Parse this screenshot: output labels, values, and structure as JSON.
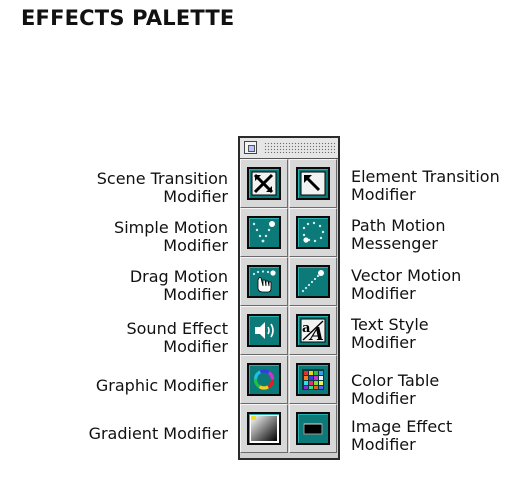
{
  "title": "EFFECTS PALETTE",
  "rows": [
    {
      "left": {
        "lines": [
          "Scene Transition",
          "Modifier"
        ],
        "icon": "scene-transition-icon"
      },
      "right": {
        "lines": [
          "Element Transition",
          "Modifier"
        ],
        "icon": "element-transition-icon"
      }
    },
    {
      "left": {
        "lines": [
          "Simple Motion",
          "Modifier"
        ],
        "icon": "simple-motion-icon"
      },
      "right": {
        "lines": [
          "Path Motion",
          "Messenger"
        ],
        "icon": "path-motion-icon"
      }
    },
    {
      "left": {
        "lines": [
          "Drag Motion",
          "Modifier"
        ],
        "icon": "drag-motion-icon"
      },
      "right": {
        "lines": [
          "Vector Motion",
          "Modifier"
        ],
        "icon": "vector-motion-icon"
      }
    },
    {
      "left": {
        "lines": [
          "Sound Effect",
          "Modifier"
        ],
        "icon": "sound-effect-icon"
      },
      "right": {
        "lines": [
          "Text Style",
          "Modifier"
        ],
        "icon": "text-style-icon"
      }
    },
    {
      "left": {
        "lines": [
          "Graphic Modifier"
        ],
        "icon": "graphic-modifier-icon"
      },
      "right": {
        "lines": [
          "Color Table",
          "Modifier"
        ],
        "icon": "color-table-icon"
      }
    },
    {
      "left": {
        "lines": [
          "Gradient Modifier"
        ],
        "icon": "gradient-modifier-icon"
      },
      "right": {
        "lines": [
          "Image Effect",
          "Modifier"
        ],
        "icon": "image-effect-icon"
      }
    }
  ],
  "colors": {
    "button_fill": "#0d7a7a",
    "palette_bg": "#cfcfcf"
  }
}
